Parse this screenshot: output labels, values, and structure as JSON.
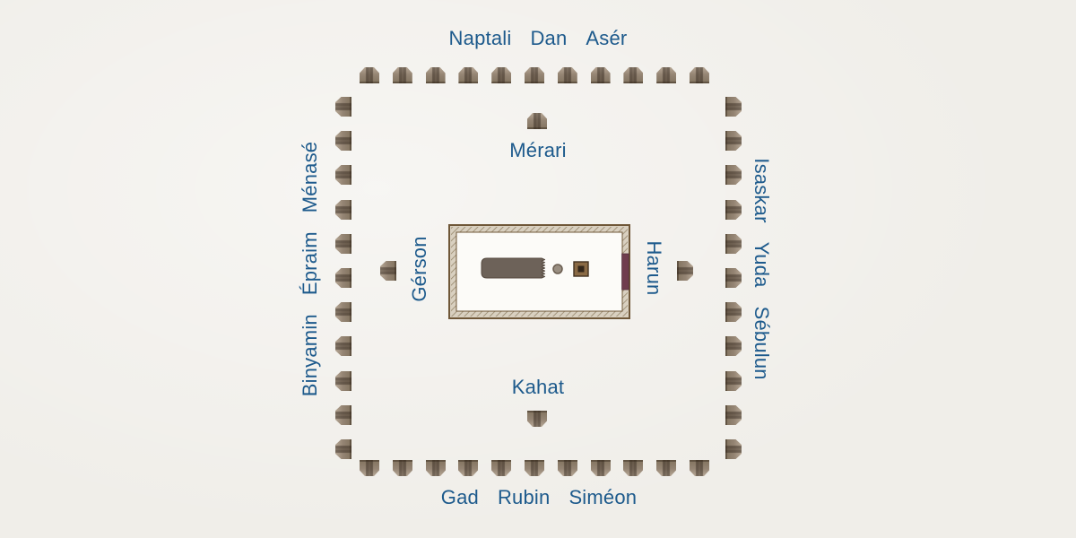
{
  "colors": {
    "background": "#f1efea",
    "label_text": "#1d5a8c",
    "tent_body": "#958574",
    "courtyard_band": "#d9d0c0",
    "courtyard_border": "#6f5738",
    "gate_screen": "#6f3d4e",
    "tabernacle_tent": "#6d6259"
  },
  "camp": {
    "sides": {
      "top": {
        "tribe_labels": [
          "Naptali",
          "Dan",
          "Asér"
        ],
        "tent_count": 11
      },
      "right": {
        "tribe_labels": [
          "Isaskar",
          "Yuda",
          "Sébulun"
        ],
        "tent_count": 11
      },
      "bottom": {
        "tribe_labels": [
          "Gad",
          "Rubin",
          "Siméon"
        ],
        "tent_count": 11
      },
      "left": {
        "tribe_labels": [
          "Binyamin",
          "Épraim",
          "Ménasé"
        ],
        "tent_count": 11
      }
    },
    "levites": {
      "north": {
        "label": "Mérari",
        "tent_count": 1
      },
      "south": {
        "label": "Kahat",
        "tent_count": 1
      },
      "west": {
        "label": "Gérson",
        "tent_count": 1
      },
      "east": {
        "label": "Harun",
        "tent_count": 1
      }
    }
  }
}
